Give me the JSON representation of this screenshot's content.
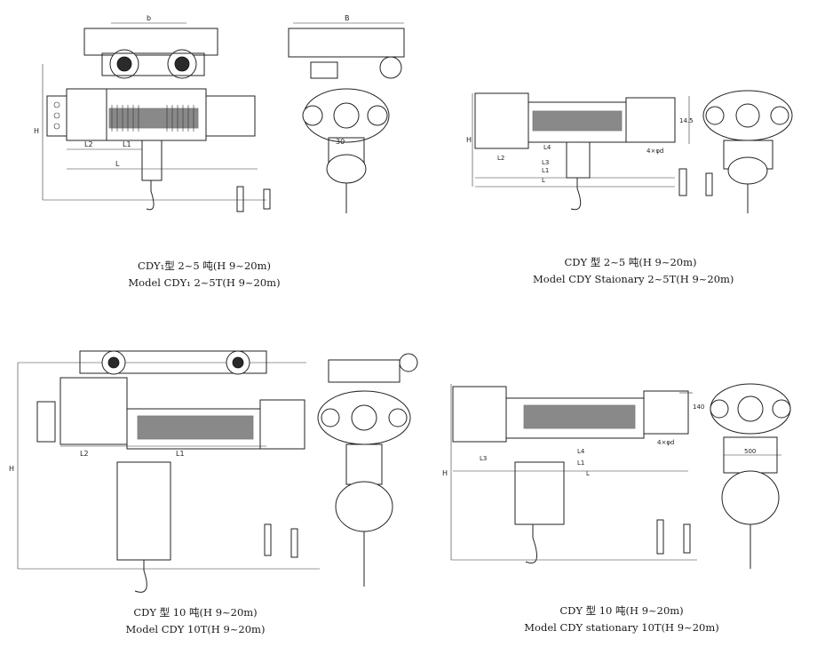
{
  "figures": [
    {
      "caption_cn": "CDY₁型 2~5 吨(H 9~20m)",
      "caption_en": "Model CDY₁ 2~5T(H 9~20m)",
      "dims": {
        "top": "b",
        "side": "B",
        "height": "H",
        "l2": "L2",
        "l1": "L1",
        "l": "L",
        "hook": "30"
      }
    },
    {
      "caption_cn": "CDY 型 2~5 吨(H 9~20m)",
      "caption_en": "Model CDY Staionary 2~5T(H 9~20m)",
      "dims": {
        "height": "H",
        "l2": "L2",
        "l3": "L3",
        "l1": "L1",
        "l": "L",
        "bolt": "4×φd",
        "side": "14.5",
        "l4": "L4"
      }
    },
    {
      "caption_cn": "CDY 型 10 吨(H 9~20m)",
      "caption_en": "Model CDY  10T(H 9~20m)",
      "dims": {
        "height": "H",
        "l2": "L2",
        "l1": "L1"
      }
    },
    {
      "caption_cn": "CDY 型 10 吨(H 9~20m)",
      "caption_en": "Model CDY stationary 10T(H 9~20m)",
      "dims": {
        "height": "H",
        "l3": "L3",
        "l4": "L4",
        "l1": "L1",
        "l": "L",
        "bolt": "4×φd",
        "side": "500",
        "top": "140"
      }
    }
  ]
}
